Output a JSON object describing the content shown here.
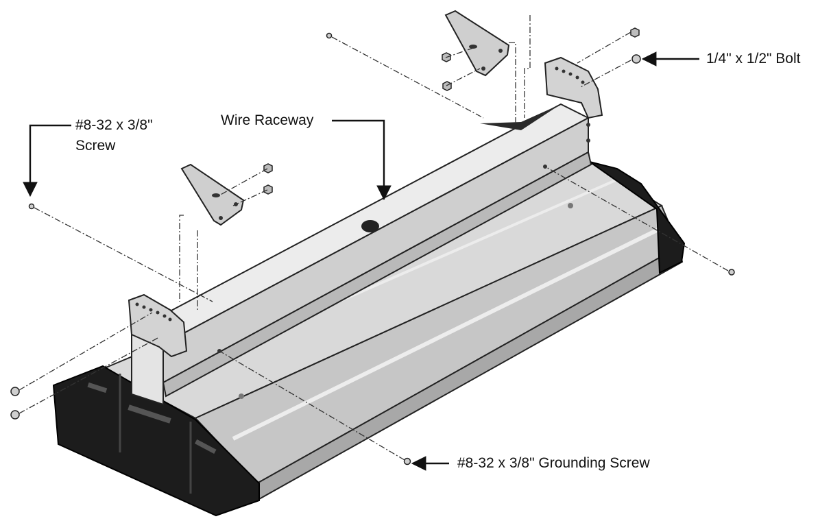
{
  "labels": {
    "bolt": "1/4\" x 1/2\" Bolt",
    "wire_raceway": "Wire Raceway",
    "screw_line1": "#8-32 x 3/8\"",
    "screw_line2": "Screw",
    "grounding_screw": "#8-32 x 3/8\" Grounding Screw"
  },
  "colors": {
    "ink": "#111111",
    "metal_light": "#dcdcdc",
    "metal_mid": "#c4c4c4",
    "metal_dark": "#a9a9a9",
    "end_cap": "#1c1c1c"
  }
}
